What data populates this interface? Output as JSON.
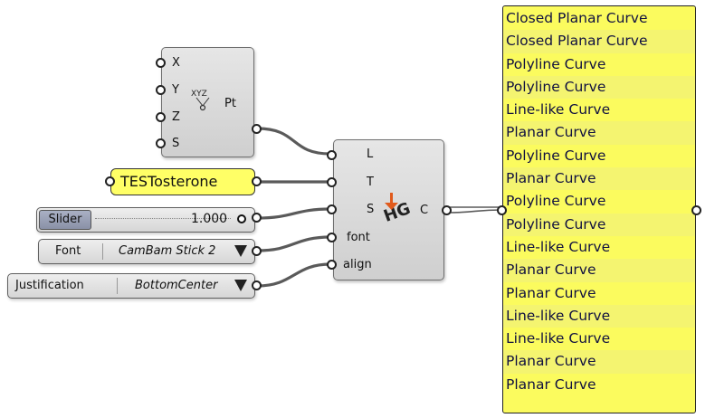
{
  "construct_point": {
    "inputs": [
      "X",
      "Y",
      "Z",
      "S"
    ],
    "output": "Pt",
    "icon_text": "XYZ"
  },
  "text_param": {
    "value": "TESTosterone"
  },
  "slider": {
    "label": "Slider",
    "value": "1.000"
  },
  "font_selector": {
    "label": "Font",
    "value": "CamBam Stick 2"
  },
  "justification_selector": {
    "label": "Justification",
    "value": "BottomCenter"
  },
  "text_tag": {
    "inputs": [
      "L",
      "T",
      "S",
      "font",
      "align"
    ],
    "output": "C",
    "icon_text": "HG"
  },
  "panel": {
    "items": [
      "Closed Planar Curve",
      "Closed Planar Curve",
      "Polyline Curve",
      "Polyline Curve",
      "Line-like Curve",
      "Planar Curve",
      "Polyline Curve",
      "Planar Curve",
      "Polyline Curve",
      "Polyline Curve",
      "Line-like Curve",
      "Planar Curve",
      "Planar Curve",
      "Line-like Curve",
      "Line-like Curve",
      "Planar Curve",
      "Planar Curve"
    ]
  },
  "colors": {
    "panel_bg": "#fbfb5e",
    "canvas_bg": "#ffffff",
    "node_fill": "#dcdcdc",
    "wire": "#555555"
  }
}
